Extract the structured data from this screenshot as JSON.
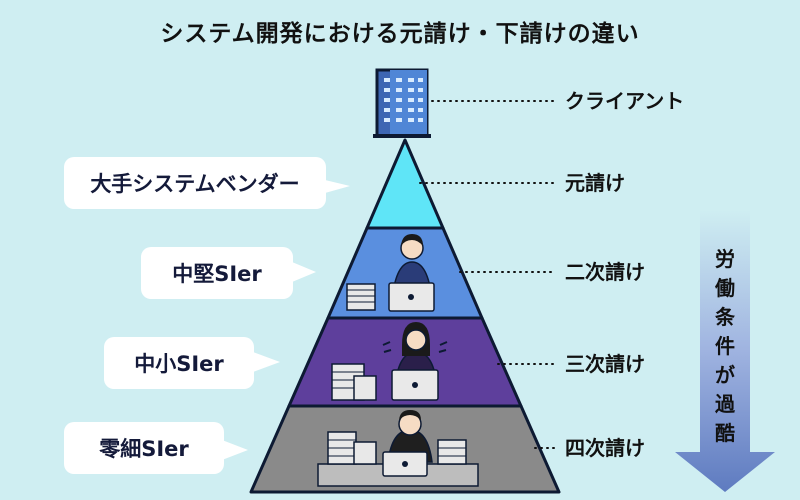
{
  "title": "システム開発における元請け・下請けの違い",
  "vendors": [
    "大手システムベンダー",
    "中堅SIer",
    "中小SIer",
    "零細SIer"
  ],
  "tiers": [
    "クライアント",
    "元請け",
    "二次請け",
    "三次請け",
    "四次請け"
  ],
  "arrow_text": [
    "労",
    "働",
    "条",
    "件",
    "が",
    "過",
    "酷"
  ],
  "colors": {
    "background": "#cfeef2",
    "tier1": "#5fe5f7",
    "tier2": "#5a8fdf",
    "tier3": "#5e3f9c",
    "tier4": "#8a8a8a",
    "building": "#4a78c4",
    "arrow": "#6f8ac8"
  }
}
